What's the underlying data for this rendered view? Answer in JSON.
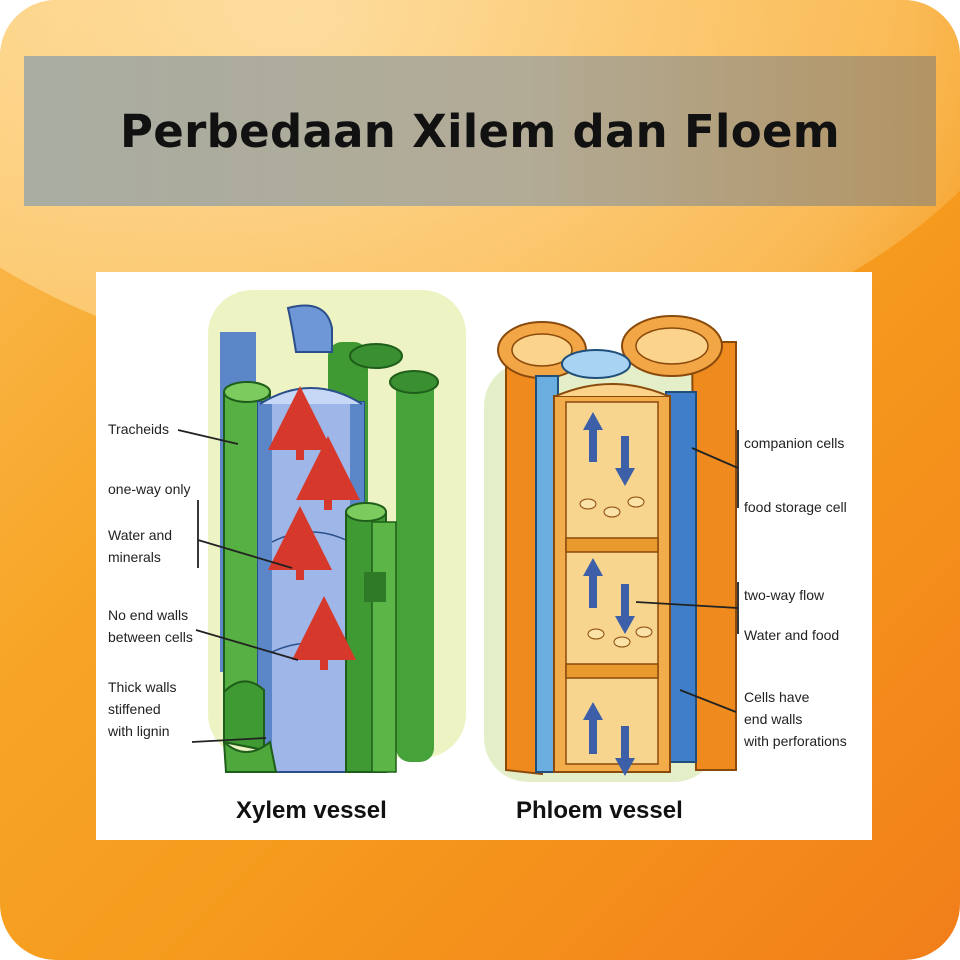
{
  "slide": {
    "title": "Perbedaan Xilem dan Floem"
  },
  "colors": {
    "slide_orange": "#f59a1c",
    "xylem_green": "#4fa83c",
    "xylem_blue": "#5b86c8",
    "phloem_orange": "#ef8a1e",
    "phloem_blue": "#6aaee0",
    "arrow_red": "#d6382b",
    "arrow_blue": "#3c5fa8"
  },
  "diagram": {
    "xylem": {
      "caption": "Xylem vessel",
      "labels": {
        "tracheids": "Tracheids",
        "one_way": "one-way only",
        "water_1": "Water and",
        "water_2": "minerals",
        "no_end_1": "No end walls",
        "no_end_2": "between cells",
        "thick_1": "Thick walls",
        "thick_2": "stiffened",
        "thick_3": "with lignin"
      }
    },
    "phloem": {
      "caption": "Phloem vessel",
      "labels": {
        "companion": "companion cells",
        "food_storage": "food storage cell",
        "two_way": "two-way flow",
        "water_food": "Water and food",
        "cells_1": "Cells have",
        "cells_2": "end walls",
        "cells_3": "with perforations"
      }
    },
    "icons": [
      "arrow-up-red-icon",
      "arrow-up-blue-icon",
      "arrow-down-blue-icon"
    ]
  }
}
